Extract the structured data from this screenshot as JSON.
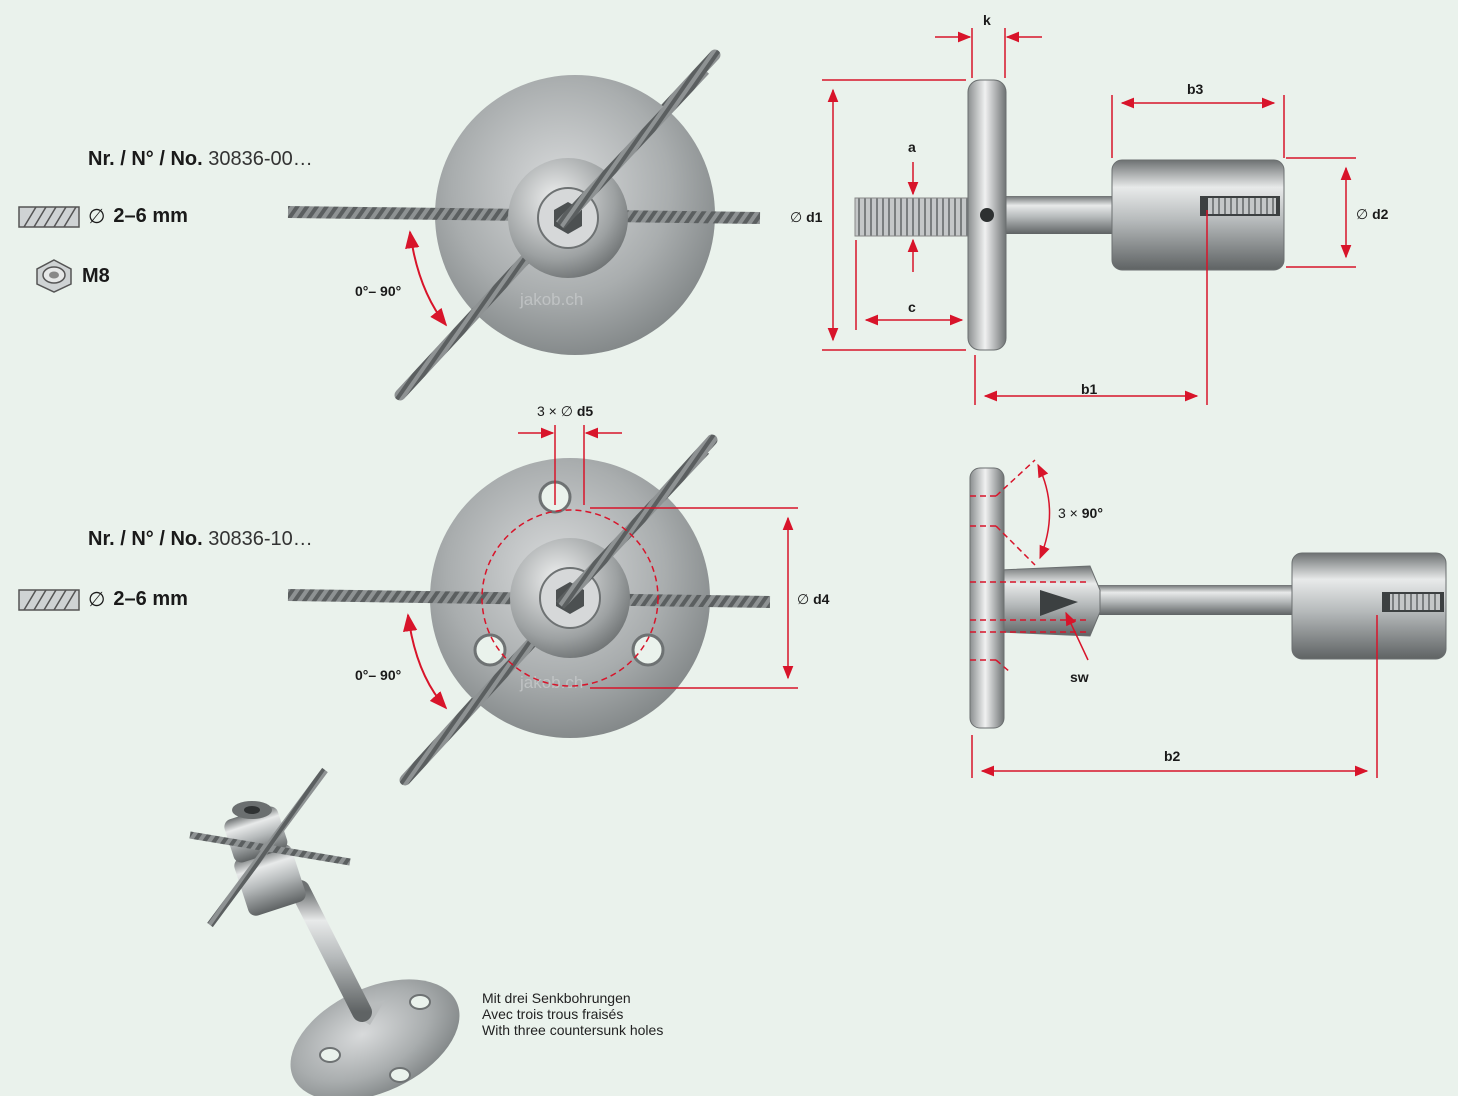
{
  "product1": {
    "label": "Nr. / N° / No.",
    "code": "30836-00…",
    "cable_diameter": "2–6 mm",
    "thread": "M8",
    "angle": "0°– 90°"
  },
  "product2": {
    "label": "Nr. / N° / No.",
    "code": "30836-10…",
    "cable_diameter": "2–6 mm",
    "angle": "0°– 90°"
  },
  "dims": {
    "k": "k",
    "a": "a",
    "b1": "b1",
    "b2": "b2",
    "b3": "b3",
    "c": "c",
    "d1": "d1",
    "d2": "d2",
    "d4": "d4",
    "d5_prefix": "3 × ∅",
    "d5": "d5",
    "angle3_prefix": "3 ×",
    "angle3": "90°",
    "sw": "sw",
    "dia_symbol": "∅"
  },
  "watermark": "jakob.ch",
  "caption": {
    "de": "Mit drei Senkbohrungen",
    "fr": "Avec trois trous fraisés",
    "en": "With three countersunk holes"
  },
  "colors": {
    "background": "#eaf2ec",
    "dimension": "#d8142a",
    "steel": "#b0b4b5"
  }
}
